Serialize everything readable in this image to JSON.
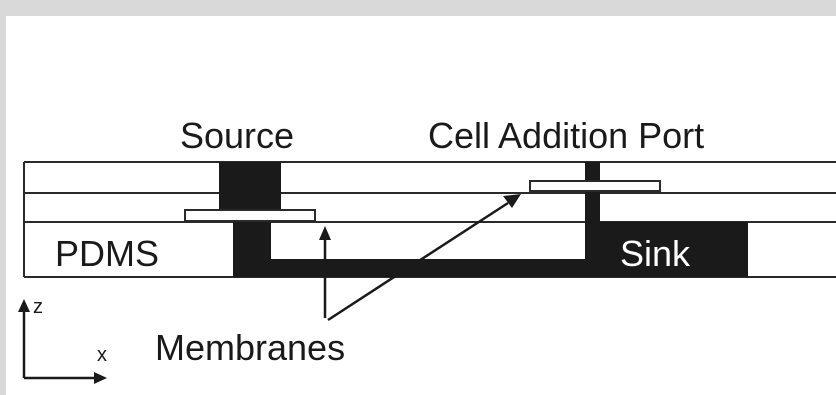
{
  "labels": {
    "source": "Source",
    "cell_addition_port": "Cell Addition Port",
    "pdms": "PDMS",
    "sink": "Sink",
    "membranes": "Membranes",
    "axis_z": "z",
    "axis_x": "x"
  },
  "colors": {
    "background_outer": "#d9d9d9",
    "background_inner": "#ffffff",
    "ink": "#1a1a1a",
    "line": "#2a2a2a"
  }
}
